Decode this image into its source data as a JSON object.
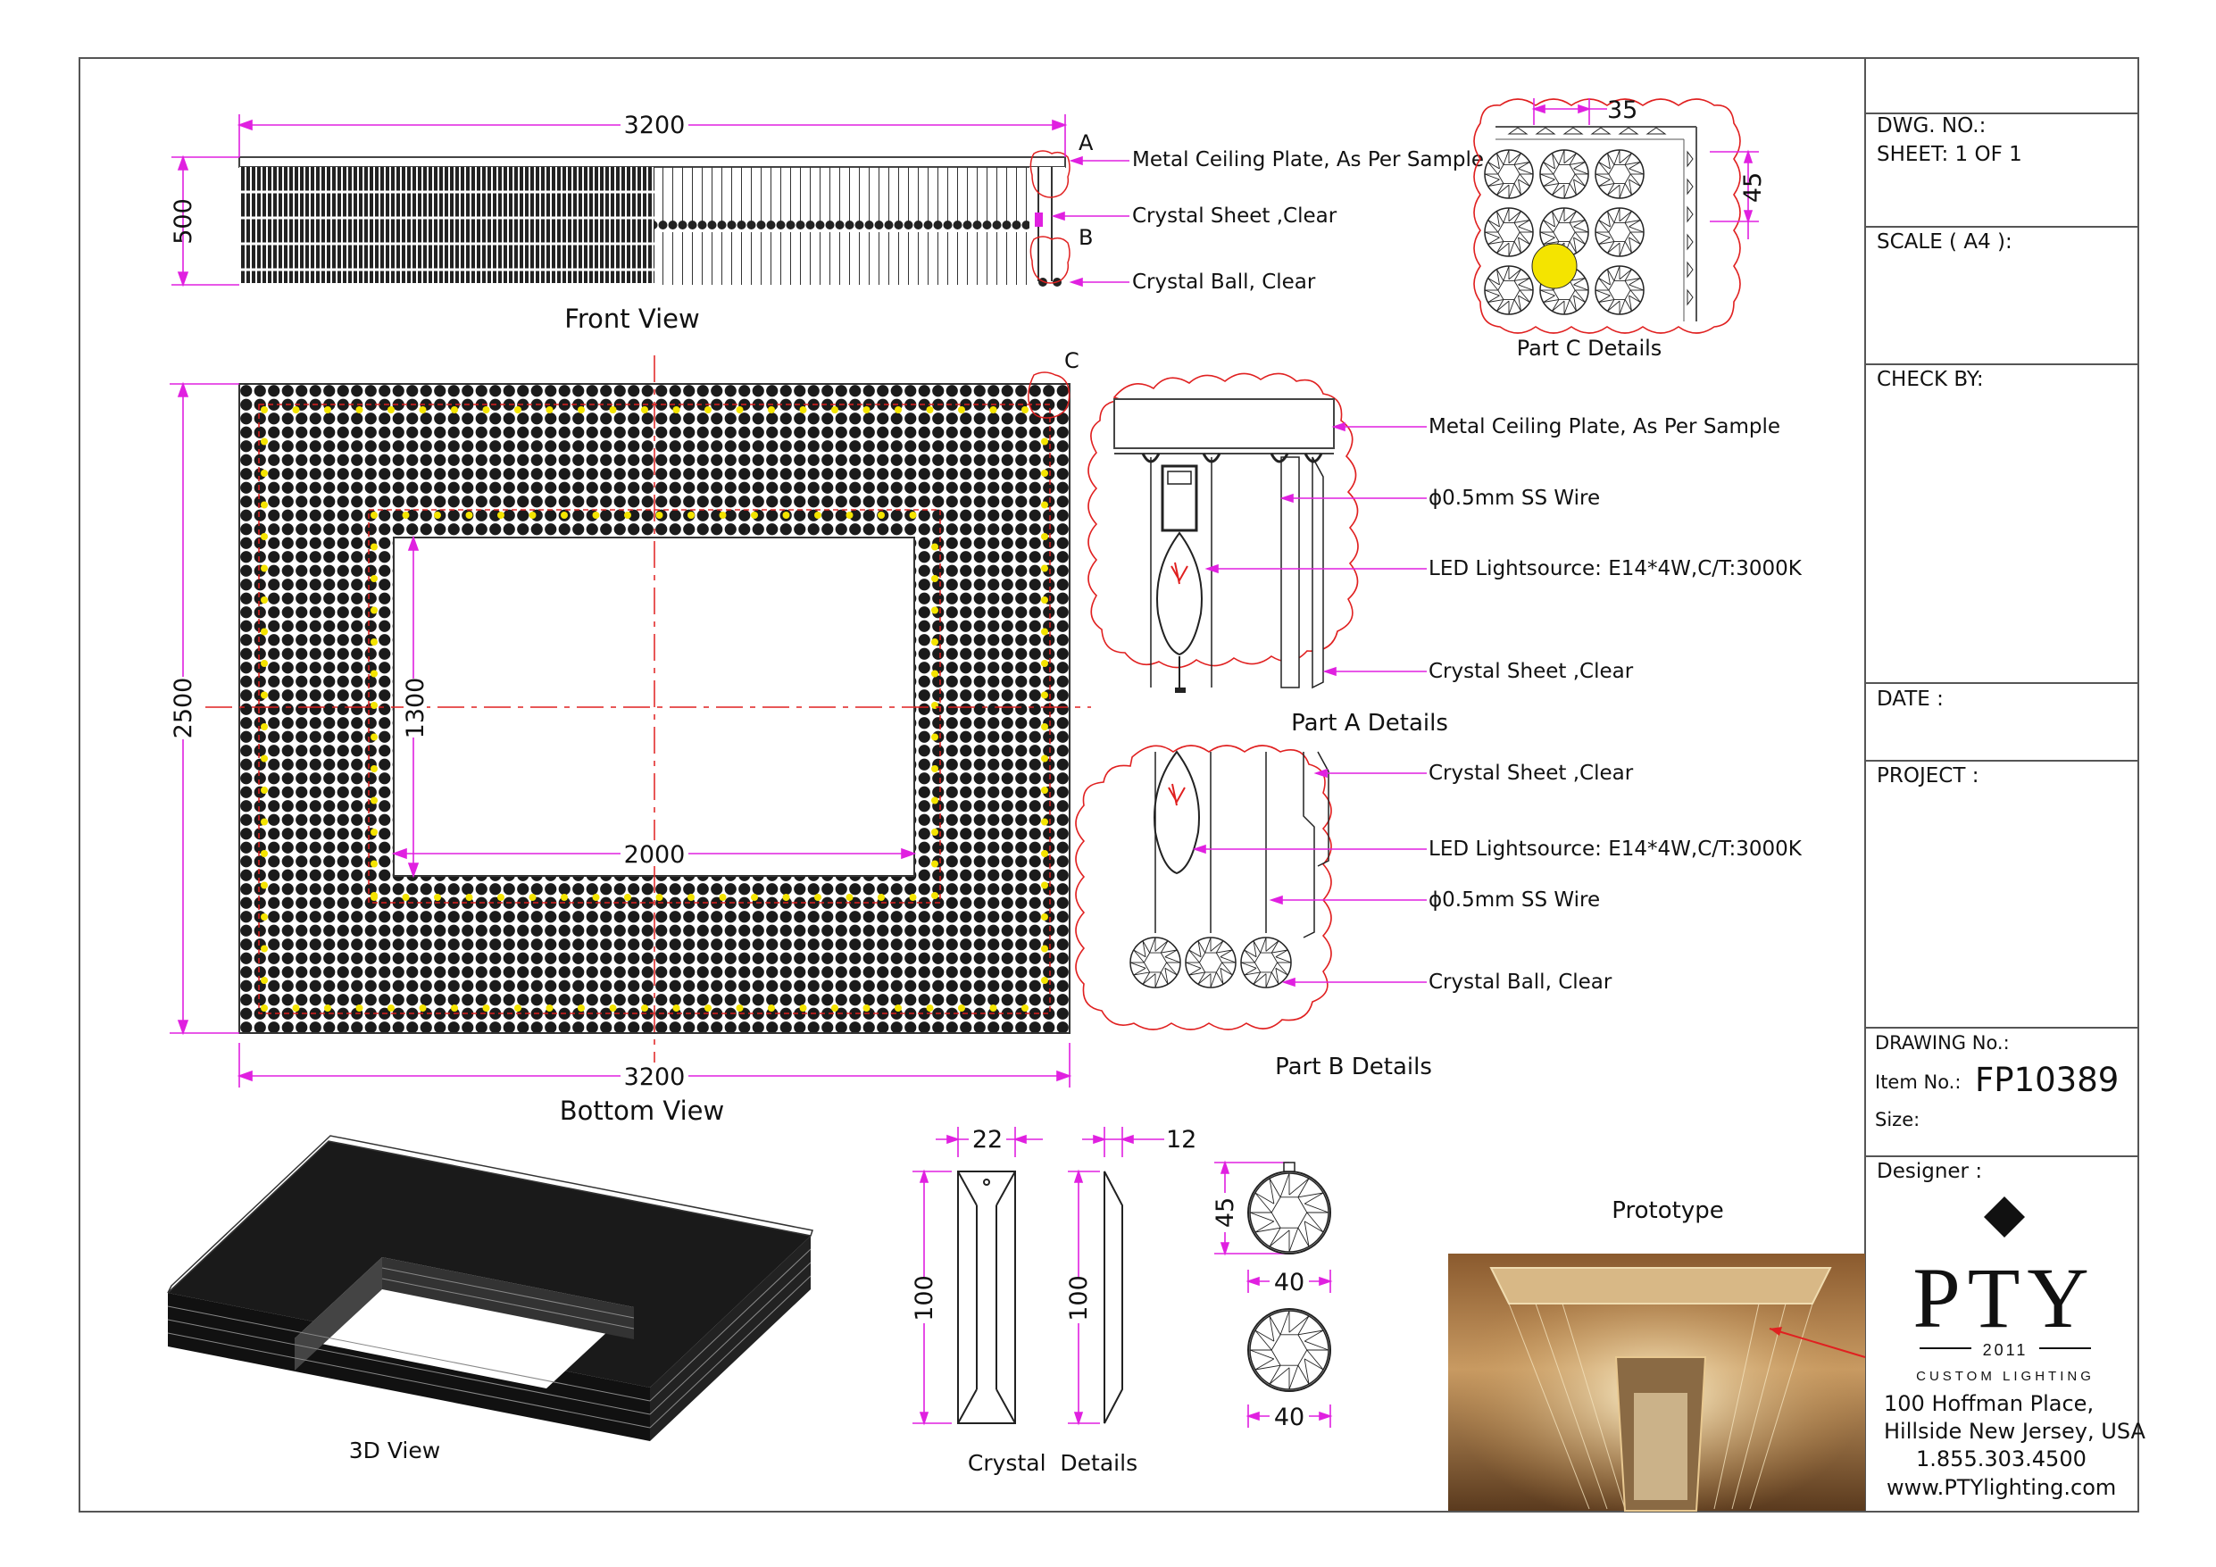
{
  "front_view": {
    "title": "Front View",
    "dim_width": "3200",
    "dim_height": "500",
    "callout_a": "A",
    "callout_b": "B",
    "labels": [
      "Metal Ceiling Plate, As Per Sample",
      "Crystal Sheet ,Clear",
      "Crystal Ball, Clear"
    ]
  },
  "bottom_view": {
    "title": "Bottom View",
    "dim_width": "3200",
    "dim_height": "2500",
    "dim_inner_width": "2000",
    "dim_inner_height": "1300",
    "callout_c": "C"
  },
  "part_c": {
    "title": "Part C Details",
    "dim_pitch": "35",
    "dim_height": "45"
  },
  "part_a": {
    "title": "Part A Details",
    "labels": [
      "Metal Ceiling Plate, As Per Sample",
      "ϕ0.5mm SS Wire",
      "LED Lightsource: E14*4W,C/T:3000K",
      "Crystal Sheet ,Clear"
    ]
  },
  "part_b": {
    "title": "Part B Details",
    "labels": [
      "Crystal Sheet ,Clear",
      "LED Lightsource: E14*4W,C/T:3000K",
      "ϕ0.5mm SS Wire",
      "Crystal Ball, Clear"
    ]
  },
  "view_3d": {
    "title": "3D View"
  },
  "crystal_details": {
    "title": "Crystal  Details",
    "sheet_width": "22",
    "sheet_length": "100",
    "side_thickness": "12",
    "side_length": "100",
    "ball_height": "45",
    "ball_width_1": "40",
    "ball_width_2": "40"
  },
  "prototype": {
    "title": "Prototype"
  },
  "title_block": {
    "dwg_no_label": "DWG. NO.:",
    "sheet_label": "SHEET: 1 OF 1",
    "scale_label": "SCALE ( A4 ):",
    "check_label": "CHECK BY:",
    "date_label": "DATE :",
    "project_label": "PROJECT :",
    "drawing_no_label": "DRAWING No.:",
    "item_no_label": "Item No.:",
    "item_no_value": "FP10389",
    "size_label": "Size:",
    "designer_label": "Designer :",
    "logo_text": "PTY",
    "logo_year": "2011",
    "logo_tagline": "CUSTOM LIGHTING",
    "address_1": "100 Hoffman Place,",
    "address_2": "Hillside New Jersey, USA",
    "phone": "1.855.303.4500",
    "website": "www.PTYlighting.com"
  },
  "colors": {
    "dimension": "#e020e0",
    "centerline": "#e02020",
    "crystal": "#1a1a1a",
    "led": "#f4e400"
  }
}
